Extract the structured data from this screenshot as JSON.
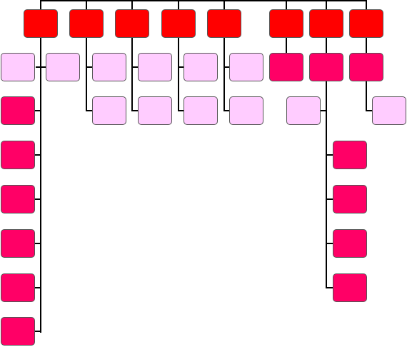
{
  "palette": {
    "top": "#ff0000",
    "child_dark": "#ff0066",
    "child_light": "#ffccff",
    "connector": "#000000",
    "border": "#555555",
    "background": "#ffffff"
  },
  "diagram": {
    "type": "org-chart",
    "nodes": [
      {
        "id": "t1",
        "style": "top"
      },
      {
        "id": "t2",
        "style": "top"
      },
      {
        "id": "t3",
        "style": "top"
      },
      {
        "id": "t4",
        "style": "top"
      },
      {
        "id": "t5",
        "style": "top"
      },
      {
        "id": "t6",
        "style": "top"
      },
      {
        "id": "t7",
        "style": "top"
      },
      {
        "id": "t8",
        "style": "top"
      },
      {
        "id": "a1",
        "style": "child_light"
      },
      {
        "id": "a2",
        "style": "child_light"
      },
      {
        "id": "a3",
        "style": "child_dark"
      },
      {
        "id": "a4",
        "style": "child_dark"
      },
      {
        "id": "a5",
        "style": "child_dark"
      },
      {
        "id": "a6",
        "style": "child_dark"
      },
      {
        "id": "a7",
        "style": "child_dark"
      },
      {
        "id": "a8",
        "style": "child_dark"
      },
      {
        "id": "b1",
        "style": "child_light"
      },
      {
        "id": "b2",
        "style": "child_light"
      },
      {
        "id": "c1",
        "style": "child_light"
      },
      {
        "id": "c2",
        "style": "child_light"
      },
      {
        "id": "d1",
        "style": "child_light"
      },
      {
        "id": "d2",
        "style": "child_light"
      },
      {
        "id": "e1",
        "style": "child_light"
      },
      {
        "id": "e2",
        "style": "child_light"
      },
      {
        "id": "f1",
        "style": "child_dark"
      },
      {
        "id": "g1",
        "style": "child_dark"
      },
      {
        "id": "g2",
        "style": "child_light"
      },
      {
        "id": "g3",
        "style": "child_dark"
      },
      {
        "id": "g4",
        "style": "child_dark"
      },
      {
        "id": "g5",
        "style": "child_dark"
      },
      {
        "id": "g6",
        "style": "child_dark"
      },
      {
        "id": "h1",
        "style": "child_dark"
      },
      {
        "id": "h2",
        "style": "child_light"
      }
    ],
    "edges": [
      [
        "t1",
        "a1"
      ],
      [
        "t1",
        "a2"
      ],
      [
        "t1",
        "a3"
      ],
      [
        "t1",
        "a4"
      ],
      [
        "t1",
        "a5"
      ],
      [
        "t1",
        "a6"
      ],
      [
        "t1",
        "a7"
      ],
      [
        "t1",
        "a8"
      ],
      [
        "t2",
        "b1"
      ],
      [
        "t2",
        "b2"
      ],
      [
        "t3",
        "c1"
      ],
      [
        "t3",
        "c2"
      ],
      [
        "t4",
        "d1"
      ],
      [
        "t4",
        "d2"
      ],
      [
        "t5",
        "e1"
      ],
      [
        "t5",
        "e2"
      ],
      [
        "t6",
        "f1"
      ],
      [
        "t7",
        "g1"
      ],
      [
        "g1",
        "g2"
      ],
      [
        "g1",
        "g3"
      ],
      [
        "g1",
        "g4"
      ],
      [
        "g1",
        "g5"
      ],
      [
        "g1",
        "g6"
      ],
      [
        "t8",
        "h1"
      ],
      [
        "h1",
        "h2"
      ]
    ]
  }
}
